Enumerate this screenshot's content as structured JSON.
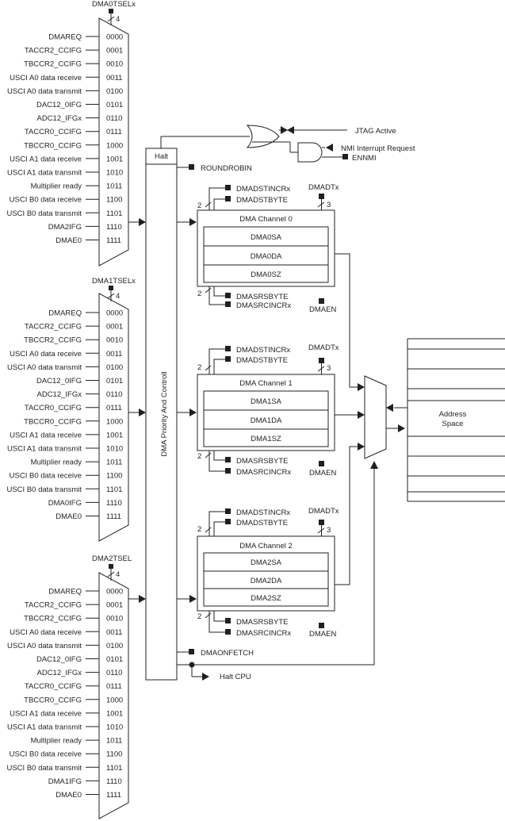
{
  "muxes": [
    {
      "id": "mux0",
      "select_label": "DMA0TSELx",
      "select_width": "4",
      "inputs": [
        {
          "label": "DMAREQ",
          "code": "0000"
        },
        {
          "label": "TACCR2_CCIFG",
          "code": "0001"
        },
        {
          "label": "TBCCR2_CCIFG",
          "code": "0010"
        },
        {
          "label": "USCI A0 data receive",
          "code": "0011"
        },
        {
          "label": "USCI A0 data transmit",
          "code": "0100"
        },
        {
          "label": "DAC12_0IFG",
          "code": "0101"
        },
        {
          "label": "ADC12_IFGx",
          "code": "0110"
        },
        {
          "label": "TACCR0_CCIFG",
          "code": "0111"
        },
        {
          "label": "TBCCR0_CCIFG",
          "code": "1000"
        },
        {
          "label": "USCI A1 data receive",
          "code": "1001"
        },
        {
          "label": "USCI A1 data transmit",
          "code": "1010"
        },
        {
          "label": "Multiplier ready",
          "code": "1011"
        },
        {
          "label": "USCI B0 data receive",
          "code": "1100"
        },
        {
          "label": "USCI B0 data transmit",
          "code": "1101"
        },
        {
          "label": "DMA2IFG",
          "code": "1110"
        },
        {
          "label": "DMAE0",
          "code": "1111"
        }
      ]
    },
    {
      "id": "mux1",
      "select_label": "DMA1TSELx",
      "select_width": "4",
      "inputs": [
        {
          "label": "DMAREQ",
          "code": "0000"
        },
        {
          "label": "TACCR2_CCIFG",
          "code": "0001"
        },
        {
          "label": "TBCCR2_CCIFG",
          "code": "0010"
        },
        {
          "label": "USCI A0 data receive",
          "code": "0011"
        },
        {
          "label": "USCI A0 data transmit",
          "code": "0100"
        },
        {
          "label": "DAC12_0IFG",
          "code": "0101"
        },
        {
          "label": "ADC12_IFGx",
          "code": "0110"
        },
        {
          "label": "TACCR0_CCIFG",
          "code": "0111"
        },
        {
          "label": "TBCCR0_CCIFG",
          "code": "1000"
        },
        {
          "label": "USCI A1 data receive",
          "code": "1001"
        },
        {
          "label": "USCI A1 data transmit",
          "code": "1010"
        },
        {
          "label": "Multiplier ready",
          "code": "1011"
        },
        {
          "label": "USCI B0 data receive",
          "code": "1100"
        },
        {
          "label": "USCI B0 data transmit",
          "code": "1101"
        },
        {
          "label": "DMA0IFG",
          "code": "1110"
        },
        {
          "label": "DMAE0",
          "code": "1111"
        }
      ]
    },
    {
      "id": "mux2",
      "select_label": "DMA2TSEL",
      "select_width": "4",
      "inputs": [
        {
          "label": "DMAREQ",
          "code": "0000"
        },
        {
          "label": "TACCR2_CCIFG",
          "code": "0001"
        },
        {
          "label": "TBCCR2_CCIFG",
          "code": "0010"
        },
        {
          "label": "USCI A0 data receive",
          "code": "0011"
        },
        {
          "label": "USCI A0 data transmit",
          "code": "0100"
        },
        {
          "label": "DAC12_0IFG",
          "code": "0101"
        },
        {
          "label": "ADC12_IFGx",
          "code": "0110"
        },
        {
          "label": "TACCR0_CCIFG",
          "code": "0111"
        },
        {
          "label": "TBCCR0_CCIFG",
          "code": "1000"
        },
        {
          "label": "USCI A1 data receive",
          "code": "1001"
        },
        {
          "label": "USCI A1 data transmit",
          "code": "1010"
        },
        {
          "label": "Multiplier ready",
          "code": "1011"
        },
        {
          "label": "USCI B0 data receive",
          "code": "1100"
        },
        {
          "label": "USCI B0 data transmit",
          "code": "1101"
        },
        {
          "label": "DMA1IFG",
          "code": "1110"
        },
        {
          "label": "DMAE0",
          "code": "1111"
        }
      ]
    }
  ],
  "priority": {
    "halt_label": "Halt",
    "block_label": "DMA Priority And Controll",
    "roundrobin": "ROUNDROBIN",
    "dmaonfetch": "DMAONFETCH",
    "halt_cpu": "Halt CPU"
  },
  "logic": {
    "jtag": "JTAG Active",
    "nmi": "NMI Interrupt Request",
    "ennmi": "ENNMI"
  },
  "channels": [
    {
      "title": "DMA Channel 0",
      "registers": [
        "DMA0SA",
        "DMA0DA",
        "DMA0SZ"
      ],
      "dst_incr": "DMADSTINCRx",
      "dst_byte": "DMADSTBYTE",
      "dt": "DMADTx",
      "src_byte": "DMASRSBYTE",
      "src_incr": "DMASRCINCRx",
      "en": "DMAEN",
      "bus_dst": "2",
      "bus_dt": "3",
      "bus_src": "2"
    },
    {
      "title": "DMA Channel 1",
      "registers": [
        "DMA1SA",
        "DMA1DA",
        "DMA1SZ"
      ],
      "dst_incr": "DMADSTINCRx",
      "dst_byte": "DMADSTBYTE",
      "dt": "DMADTx",
      "src_byte": "DMASRSBYTE",
      "src_incr": "DMASRCINCRx",
      "en": "DMAEN",
      "bus_dst": "2",
      "bus_dt": "3",
      "bus_src": "2"
    },
    {
      "title": "DMA Channel 2",
      "registers": [
        "DMA2SA",
        "DMA2DA",
        "DMA2SZ"
      ],
      "dst_incr": "DMADSTINCRx",
      "dst_byte": "DMADSTBYTE",
      "dt": "DMADTx",
      "src_byte": "DMASRSBYTE",
      "src_incr": "DMASRCINCRx",
      "en": "DMAEN",
      "bus_dst": "2",
      "bus_dt": "3",
      "bus_src": "2"
    }
  ],
  "address_space": {
    "line1": "Address",
    "line2": "Space"
  }
}
